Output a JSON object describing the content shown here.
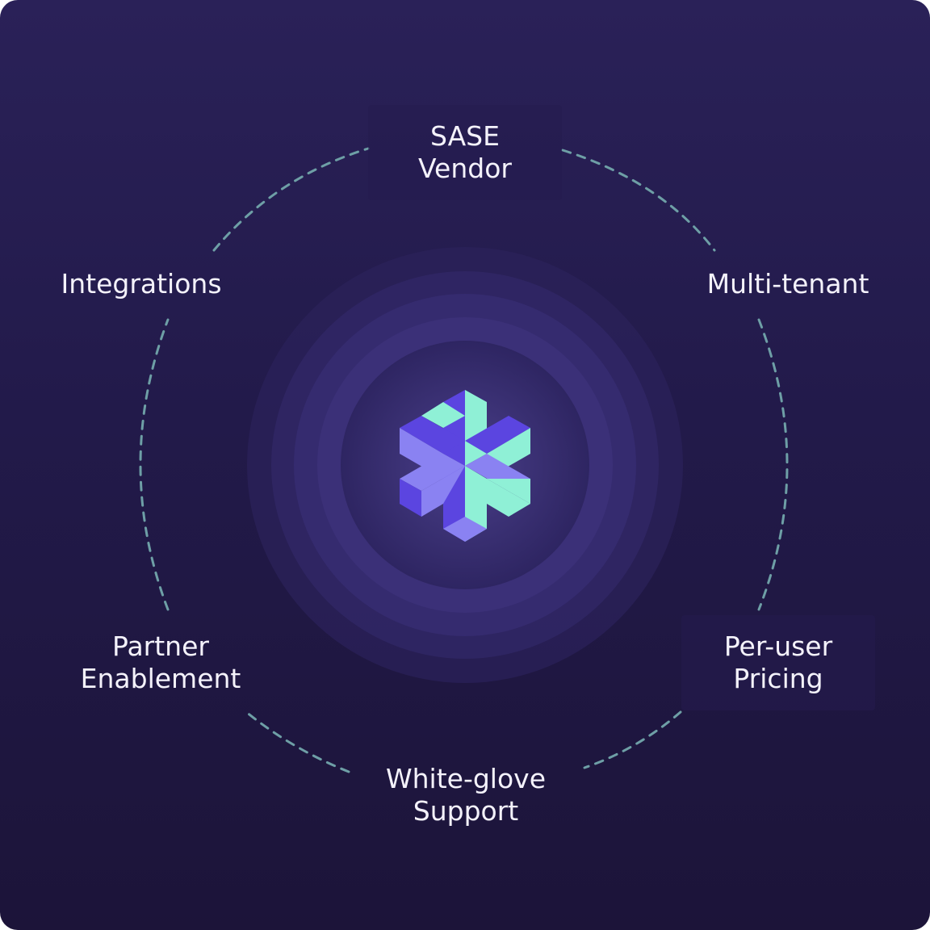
{
  "colors": {
    "ring_dash": "#6e9fa6",
    "text": "#f4f2fb",
    "logo_mint": "#8ff0d6",
    "logo_violet": "#5b45e0",
    "logo_periwinkle": "#8a82f2",
    "halo_core": "#4a3f8a"
  },
  "center": {
    "icon": "snowflake-cube-logo-icon"
  },
  "nodes": [
    {
      "id": "sase-vendor",
      "line1": "SASE",
      "line2": "Vendor"
    },
    {
      "id": "multi-tenant",
      "line1": "Multi-tenant",
      "line2": ""
    },
    {
      "id": "per-user-pricing",
      "line1": "Per-user",
      "line2": "Pricing"
    },
    {
      "id": "white-glove-support",
      "line1": "White-glove",
      "line2": "Support"
    },
    {
      "id": "partner-enablement",
      "line1": "Partner",
      "line2": "Enablement"
    },
    {
      "id": "integrations",
      "line1": "Integrations",
      "line2": ""
    }
  ]
}
